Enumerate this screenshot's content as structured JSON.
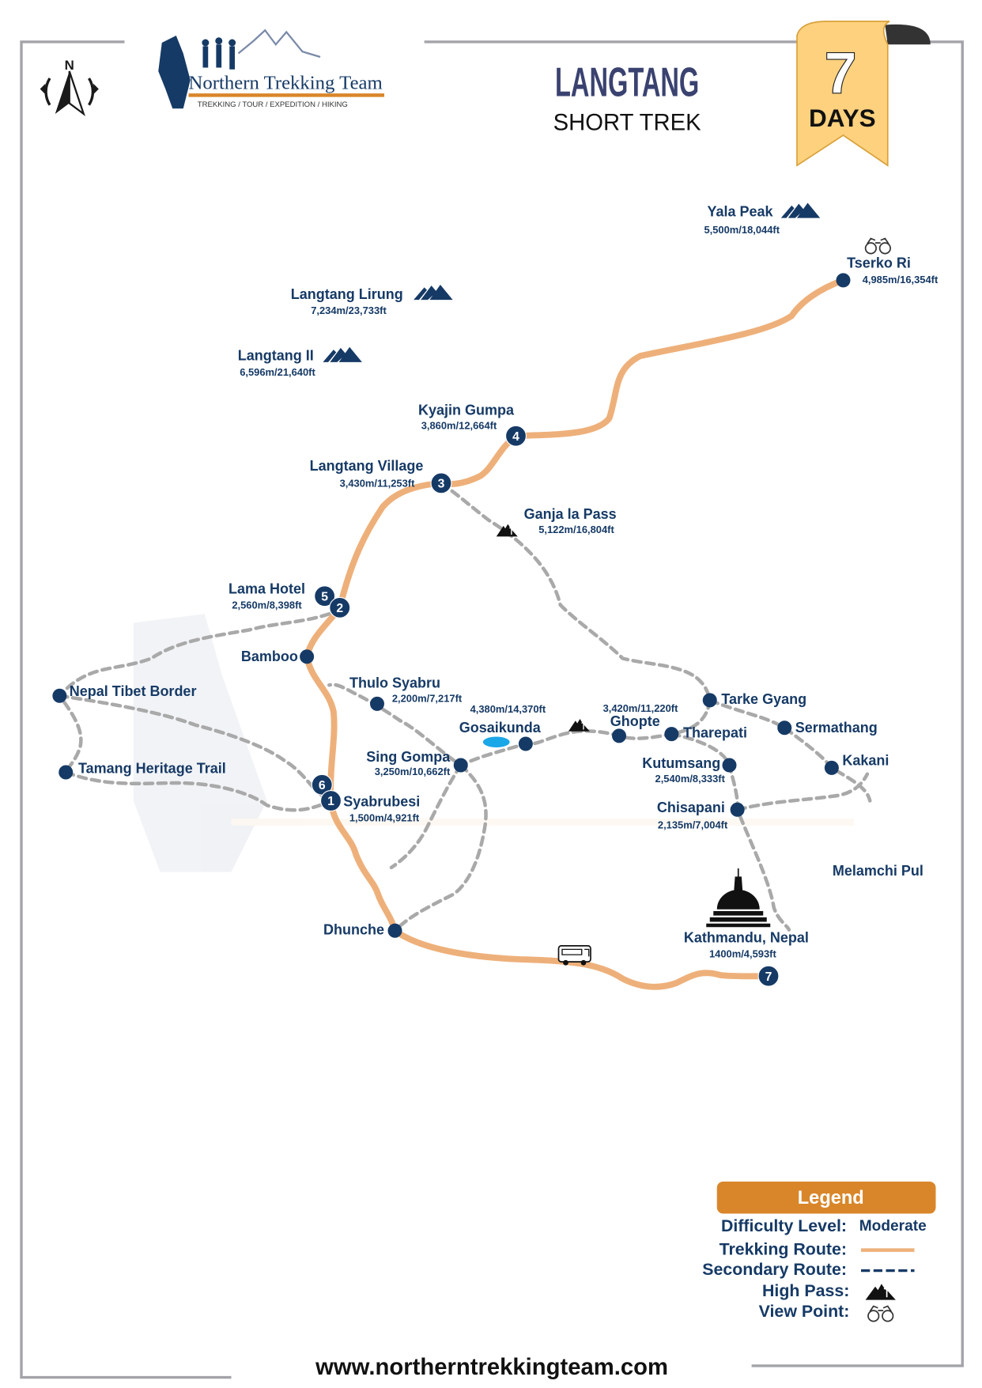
{
  "header": {
    "logo_title": "Northern Trekking Team",
    "logo_tagline": "TREKKING / TOUR / EXPEDITION / HIKING",
    "compass_label": "N",
    "title": "LANGTANG",
    "subtitle": "SHORT TREK",
    "days_number": "7",
    "days_label": "DAYS"
  },
  "colors": {
    "navy": "#163a66",
    "trekking_route": "#eeb07a",
    "secondary_route": "#a9a9a9",
    "legend_header": "#d9862a",
    "ribbon": "#fdd17e",
    "lake": "#1aa7e8"
  },
  "places": [
    {
      "name": "Tserko Ri",
      "alt": "4,985m/16,354ft",
      "icon": "binoculars-icon"
    },
    {
      "name": "Yala Peak",
      "alt": "5,500m/18,044ft",
      "icon": "mountain-peak-icon"
    },
    {
      "name": "Langtang Lirung",
      "alt": "7,234m/23,733ft",
      "icon": "mountain-peak-icon"
    },
    {
      "name": "Langtang II",
      "alt": "6,596m/21,640ft",
      "icon": "mountain-peak-icon"
    },
    {
      "name": "Kyajin Gumpa",
      "alt": "3,860m/12,664ft",
      "stops": [
        "4"
      ]
    },
    {
      "name": "Langtang Village",
      "alt": "3,430m/11,253ft",
      "stops": [
        "3"
      ]
    },
    {
      "name": "Ganja la Pass",
      "alt": "5,122m/16,804ft",
      "icon": "high-pass-icon"
    },
    {
      "name": "Lama Hotel",
      "alt": "2,560m/8,398ft",
      "stops": [
        "5",
        "2"
      ]
    },
    {
      "name": "Bamboo"
    },
    {
      "name": "Nepal Tibet Border"
    },
    {
      "name": "Tamang Heritage Trail"
    },
    {
      "name": "Thulo Syabru",
      "alt": "2,200m/7,217ft"
    },
    {
      "name": "Syabrubesi",
      "alt": "1,500m/4,921ft",
      "stops": [
        "6",
        "1"
      ]
    },
    {
      "name": "Sing Gompa",
      "alt": "3,250m/10,662ft"
    },
    {
      "name": "Gosaikunda",
      "alt": "4,380m/14,370ft",
      "icon": "lake-icon"
    },
    {
      "name": "Ghopte",
      "alt": "3,420m/11,220ft",
      "icon": "high-pass-icon"
    },
    {
      "name": "Tharepati"
    },
    {
      "name": "Tarke Gyang"
    },
    {
      "name": "Sermathang"
    },
    {
      "name": "Kakani"
    },
    {
      "name": "Kutumsang",
      "alt": "2,540m/8,333ft"
    },
    {
      "name": "Chisapani",
      "alt": "2,135m/7,004ft"
    },
    {
      "name": "Melamchi Pul"
    },
    {
      "name": "Dhunche",
      "icon": "bus-icon"
    },
    {
      "name": "Kathmandu, Nepal",
      "alt": "1400m/4,593ft",
      "stops": [
        "7"
      ],
      "icon": "stupa-icon"
    }
  ],
  "legend": {
    "title": "Legend",
    "difficulty_label": "Difficulty Level:",
    "difficulty_value": "Moderate",
    "trekking_label": "Trekking Route:",
    "secondary_label": "Secondary Route:",
    "high_pass_label": "High Pass:",
    "view_point_label": "View Point:"
  },
  "footer": {
    "website": "www.northerntrekkingteam.com"
  }
}
